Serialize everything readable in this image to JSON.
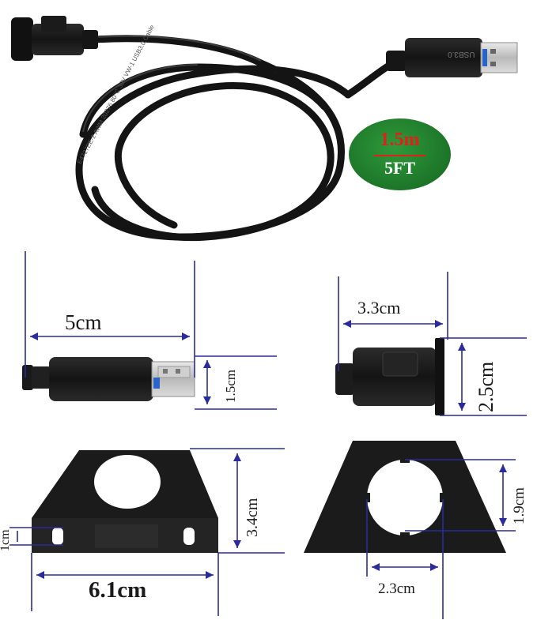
{
  "badge": {
    "length_m": "1.5m",
    "length_ft": "5FT"
  },
  "cable_print": {
    "text": "E4727EE-2 AWM 20276 80°C 30V VW-1 USB3.0 Cable",
    "usb_mark": "USB3.0"
  },
  "dimensions": {
    "plug_length": "5cm",
    "plug_height": "1.5cm",
    "socket_length": "3.3cm",
    "socket_height": "2.5cm",
    "mount_left_height": "3.4cm",
    "mount_left_width": "6.1cm",
    "mount_left_slot": "1cm",
    "mount_right_height": "1.9cm",
    "mount_right_width": "2.3cm"
  },
  "colors": {
    "dimension_line": "#2b2b9a",
    "badge_green": "#1f7a2b",
    "badge_red": "#e0201b",
    "product_black": "#161616"
  }
}
